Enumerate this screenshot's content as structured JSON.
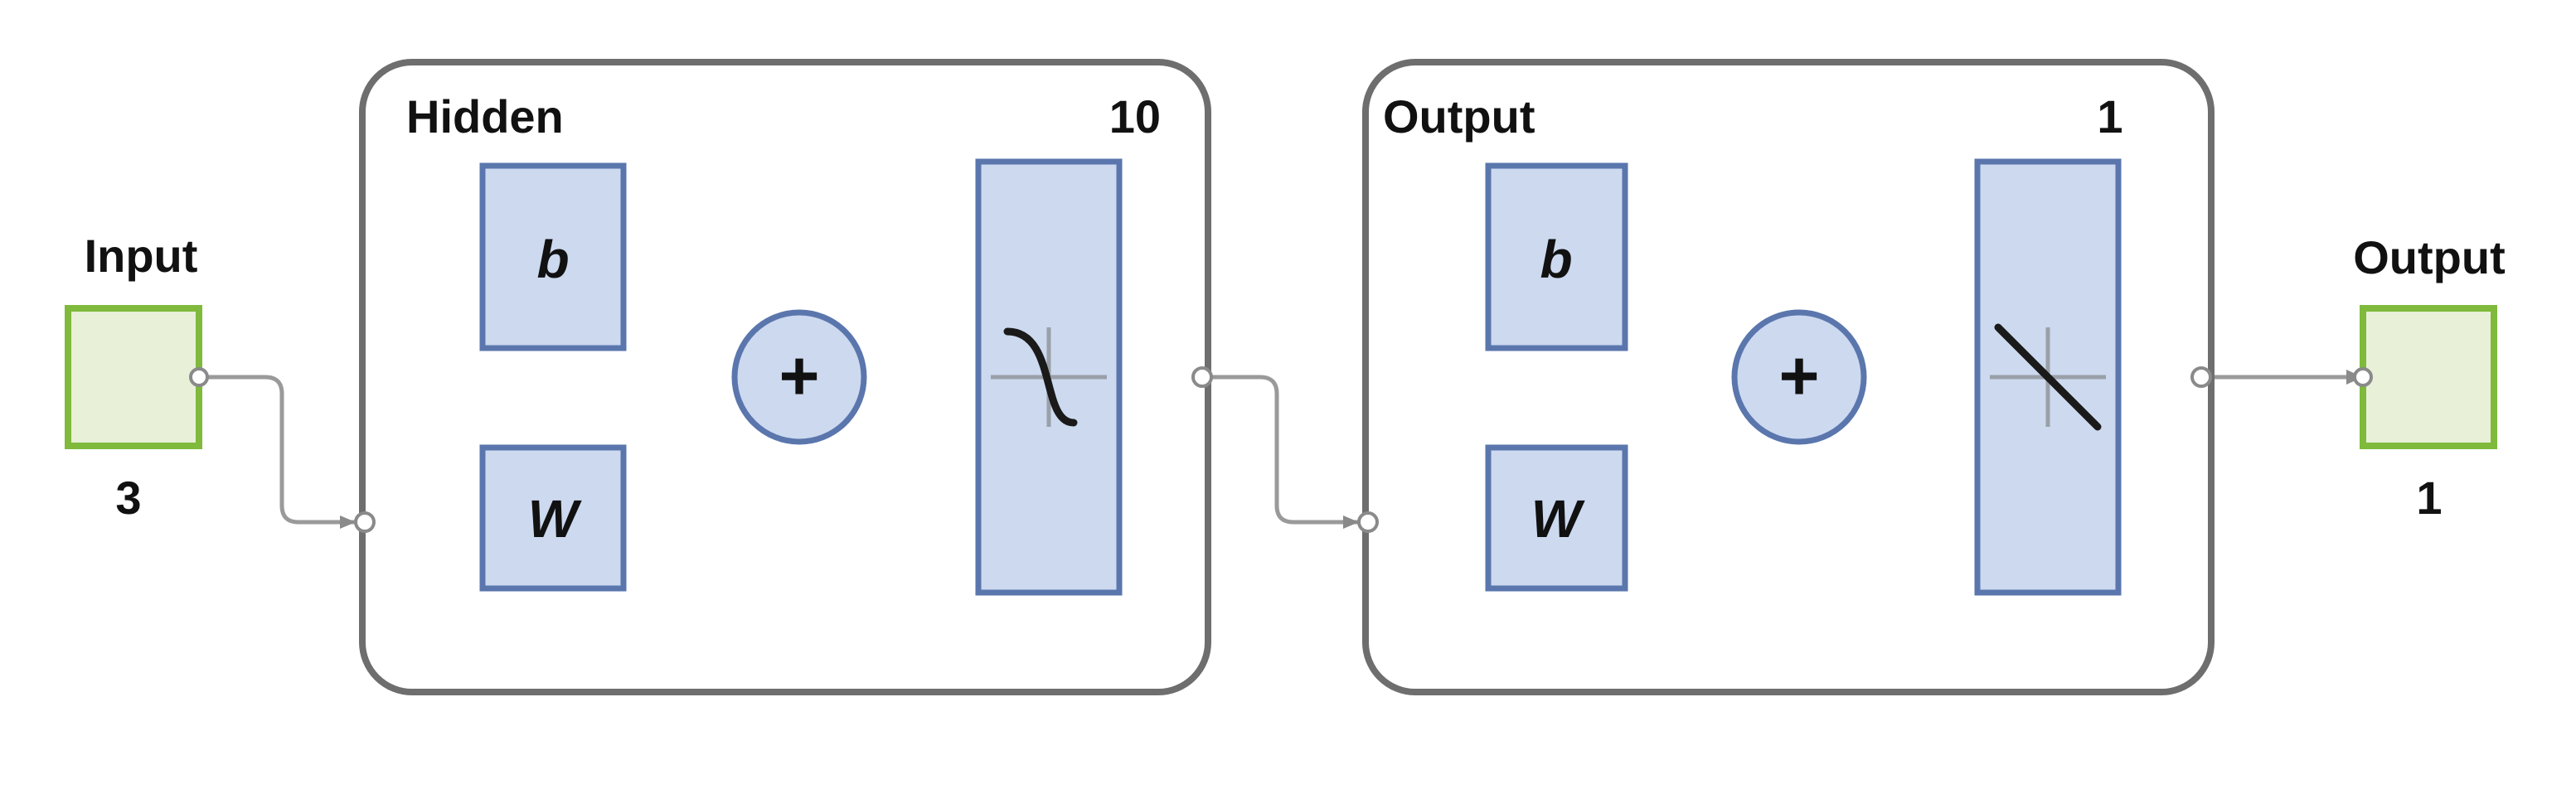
{
  "input": {
    "label": "Input",
    "size": "3"
  },
  "hidden_layer": {
    "title": "Hidden",
    "size": "10",
    "bias_symbol": "b",
    "weight_symbol": "W",
    "sum_symbol": "+",
    "transfer_icon": "sigmoid-icon"
  },
  "output_layer": {
    "title": "Output",
    "size": "1",
    "bias_symbol": "b",
    "weight_symbol": "W",
    "sum_symbol": "+",
    "transfer_icon": "linear-icon"
  },
  "output": {
    "label": "Output",
    "size": "1"
  },
  "colors": {
    "port_fill": "#e8f0d8",
    "port_stroke": "#7fba3c",
    "block_fill": "#ccd9ef",
    "block_stroke": "#5a76ad",
    "layer_stroke": "#6e6e6e",
    "wire": "#9a9a9a"
  }
}
